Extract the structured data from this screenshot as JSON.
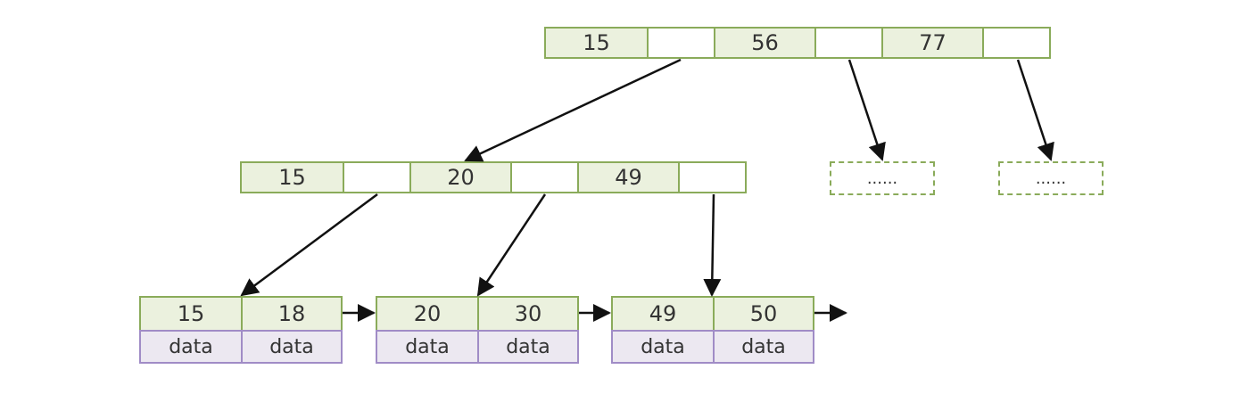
{
  "root": {
    "keys": [
      "15",
      "56",
      "77"
    ]
  },
  "internal": {
    "keys": [
      "15",
      "20",
      "49"
    ]
  },
  "placeholders": [
    "......",
    "......"
  ],
  "leaves": [
    {
      "keys": [
        "15",
        "18"
      ],
      "data": [
        "data",
        "data"
      ]
    },
    {
      "keys": [
        "20",
        "30"
      ],
      "data": [
        "data",
        "data"
      ]
    },
    {
      "keys": [
        "49",
        "50"
      ],
      "data": [
        "data",
        "data"
      ]
    }
  ],
  "colors": {
    "key_fill": "#ebf1de",
    "node_border": "#8aab5a",
    "data_fill": "#ece8f1",
    "data_border": "#a08cc6",
    "arrow": "#111111"
  }
}
